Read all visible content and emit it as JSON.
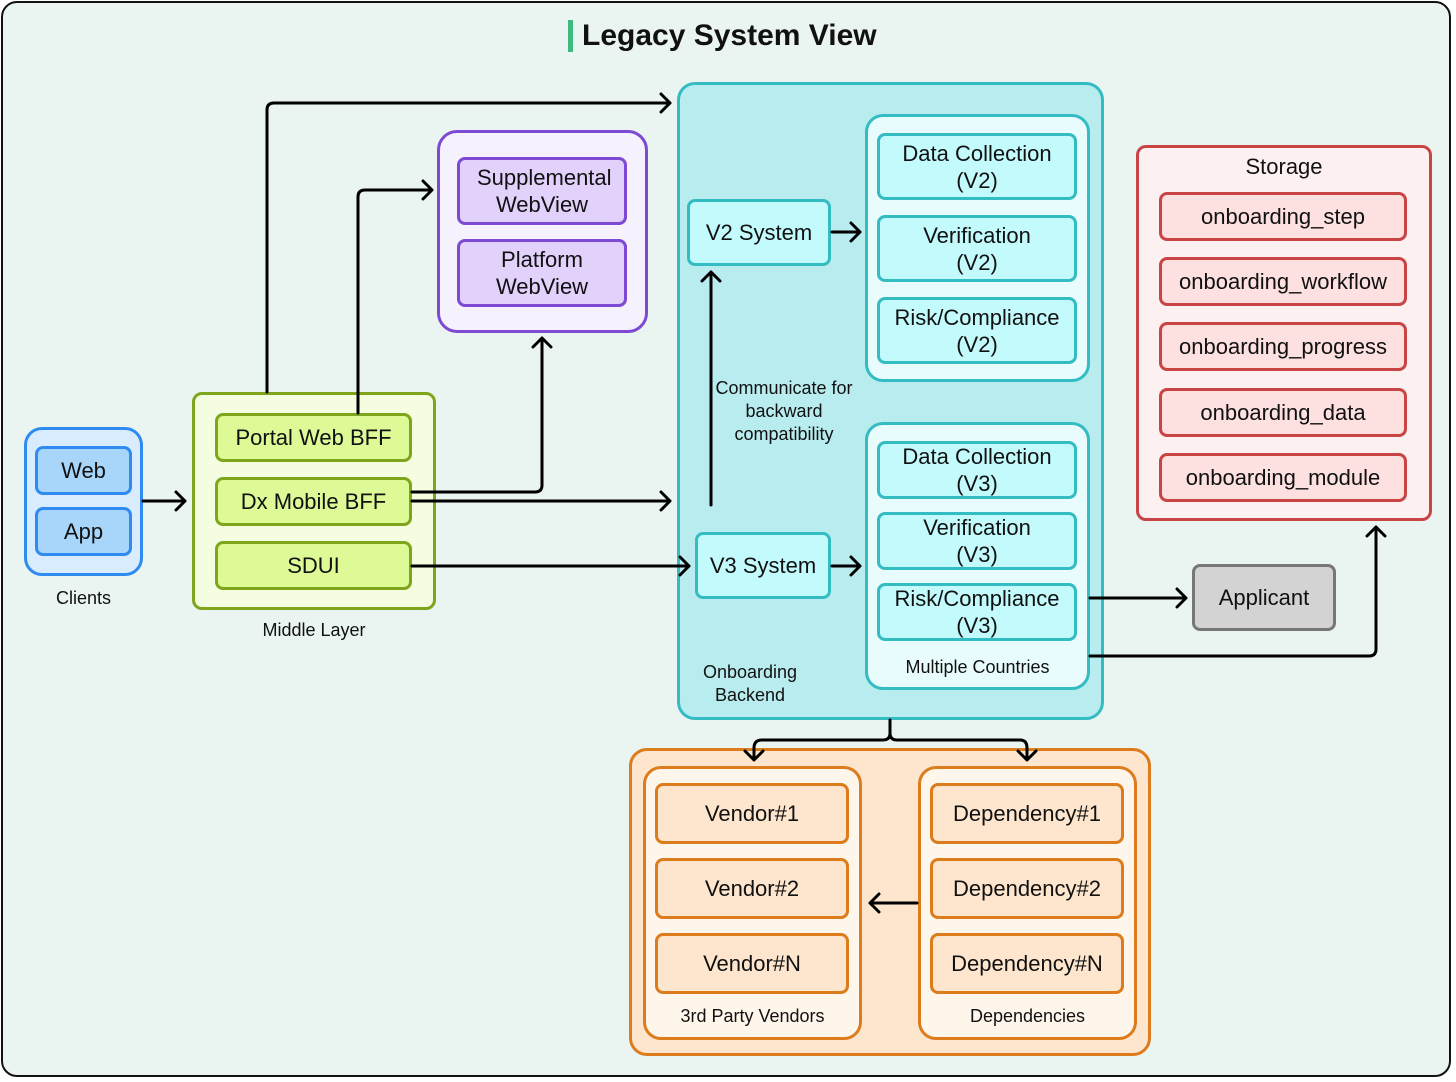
{
  "title": "Legacy System View",
  "colors": {
    "title_accent": "#3dbb7e",
    "clients": "#2f8bf0",
    "middle_layer": "#7fa51c",
    "webviews": "#7e49d3",
    "backend": "#33bcc2",
    "storage": "#c94545",
    "external": "#dc7c1c",
    "applicant": "#777777"
  },
  "clients": {
    "label": "Clients",
    "items": [
      "Web",
      "App"
    ]
  },
  "middle_layer": {
    "label": "Middle Layer",
    "items": [
      "Portal Web BFF",
      "Dx Mobile BFF",
      "SDUI"
    ]
  },
  "webviews": {
    "items": [
      "Supplemental WebView",
      "Platform WebView"
    ]
  },
  "backend": {
    "label": "Onboarding Backend",
    "v2_system": "V2 System",
    "v3_system": "V3 System",
    "backward_note": "Communicate for backward compatibility",
    "v2_modules": [
      "Data Collection (V2)",
      "Verification (V2)",
      "Risk/Compliance (V2)"
    ],
    "v3_modules": [
      "Data Collection (V3)",
      "Verification (V3)",
      "Risk/Compliance (V3)"
    ],
    "v3_group_label": "Multiple Countries"
  },
  "storage": {
    "label": "Storage",
    "items": [
      "onboarding_step",
      "onboarding_workflow",
      "onboarding_progress",
      "onboarding_data",
      "onboarding_module"
    ]
  },
  "applicant": "Applicant",
  "vendors": {
    "label": "3rd Party Vendors",
    "items": [
      "Vendor#1",
      "Vendor#2",
      "Vendor#N"
    ]
  },
  "dependencies": {
    "label": "Dependencies",
    "items": [
      "Dependency#1",
      "Dependency#2",
      "Dependency#N"
    ]
  }
}
